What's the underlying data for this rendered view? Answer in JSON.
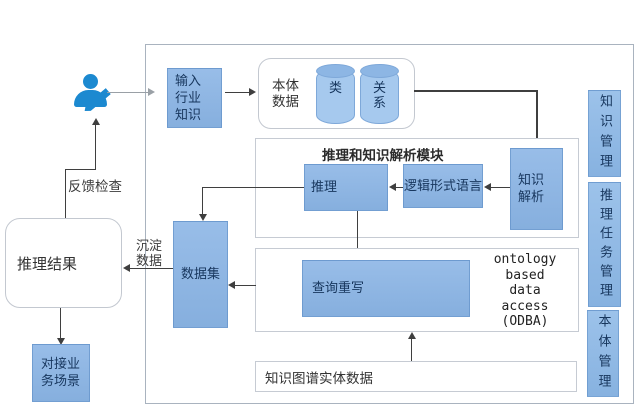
{
  "diagram": {
    "type": "flowchart",
    "nodes": {
      "input_industry_knowledge": "输入行业知识",
      "ontology_data": "本体数据",
      "cylinder_class": "类",
      "cylinder_relation": "关系",
      "module_title": "推理和知识解析模块",
      "reasoning": "推理",
      "logic_formal_language": "逻辑形式语言",
      "knowledge_parsing": "知识解析",
      "query_rewrite": "查询重写",
      "odba_lines": [
        "ontology",
        "based",
        "data",
        "access",
        "(ODBA)"
      ],
      "kg_entity_data": "知识图谱实体数据",
      "dataset": "数据集",
      "reasoning_result": "推理结果",
      "business_scenario": "对接业务场景",
      "knowledge_management": "知识管理",
      "reasoning_task_management": "推理任务管理",
      "ontology_management": "本体管理"
    },
    "edge_labels": {
      "feedback_check": "反馈检查",
      "sediment_data": "沉淀数据"
    },
    "icons": {
      "user": "person-with-pencil-icon"
    },
    "colors": {
      "node_fill": "#8db4e2",
      "side_fill": "#90bde8",
      "cylinder_fill": "#a6c9ee",
      "cylinder_top": "#8db6e4",
      "node_text": "#17365d",
      "label_text": "#3a3a3a",
      "line": "#3f3f3f",
      "person": "#1c89d0"
    }
  }
}
